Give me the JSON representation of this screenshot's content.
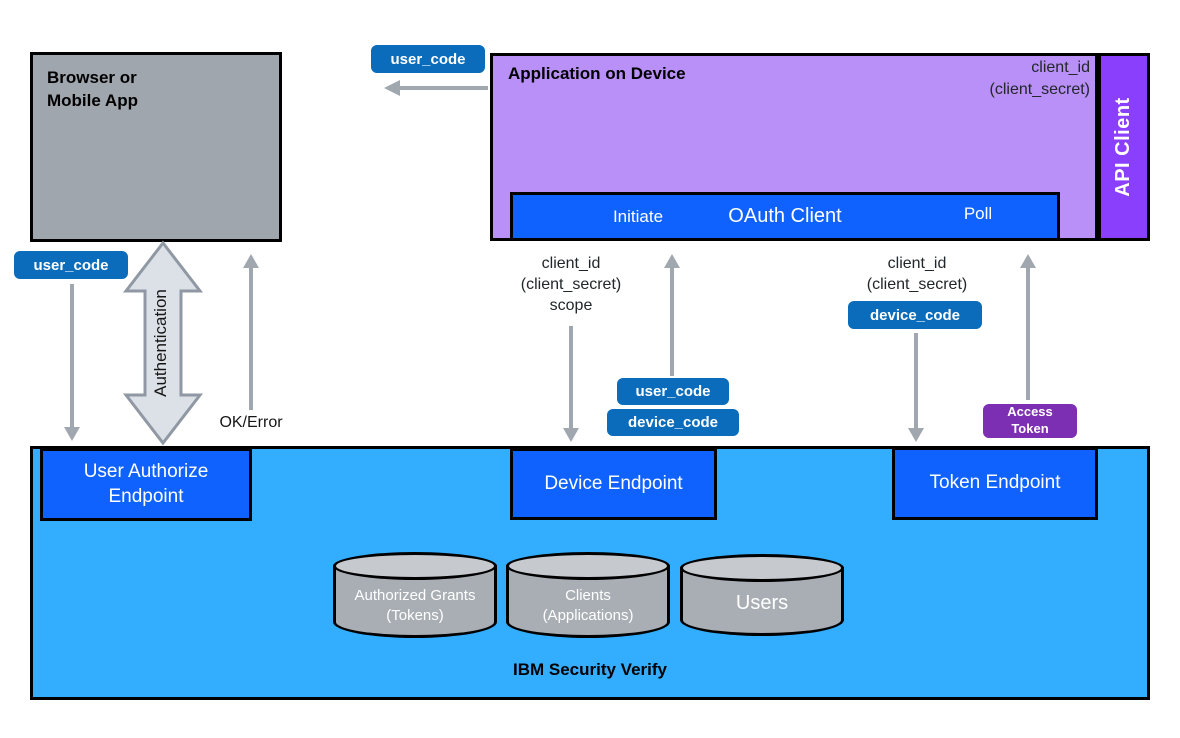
{
  "browser_box": {
    "label": "Browser or\nMobile App"
  },
  "application_box": {
    "title": "Application on Device",
    "credentials": "client_id\n(client_secret)",
    "oauth_bar": {
      "initiate": "Initiate",
      "title": "OAuth Client",
      "poll": "Poll"
    }
  },
  "api_client_bar": {
    "label": "API Client"
  },
  "verify_box": {
    "label": "IBM Security Verify",
    "endpoints": {
      "user_authorize": "User Authorize\nEndpoint",
      "device": "Device Endpoint",
      "token": "Token Endpoint"
    },
    "datastores": [
      {
        "label": "Authorized Grants\n(Tokens)"
      },
      {
        "label": "Clients\n(Applications)"
      },
      {
        "label": "Users"
      }
    ]
  },
  "flows": {
    "user_code_to_browser": {
      "badge": "user_code"
    },
    "user_code_to_authorize": {
      "badge": "user_code"
    },
    "authentication": {
      "label": "Authentication"
    },
    "ok_error": {
      "label": "OK/Error"
    },
    "device_request": {
      "label": "client_id\n(client_secret)\nscope"
    },
    "device_response": {
      "badges": [
        "user_code",
        "device_code"
      ]
    },
    "token_request": {
      "label": "client_id\n(client_secret)",
      "badge": "device_code"
    },
    "token_response": {
      "badge": "Access\nToken"
    }
  },
  "colors": {
    "endpoint_blue": "#0f62fe",
    "badge_blue": "#0a6cba",
    "panel_light_blue": "#33aeff",
    "app_purple": "#b98ff8",
    "api_client_purple": "#8a3ffc",
    "access_token_purple": "#7c2fb3",
    "neutral_gray": "#a0a6ae",
    "cylinder_gray": "#a9aeb4",
    "arrow_gray": "#a0a7ae"
  }
}
